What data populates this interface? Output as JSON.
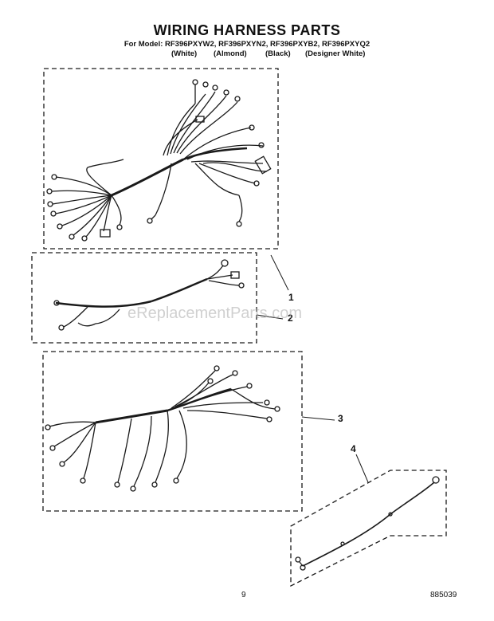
{
  "header": {
    "title": "WIRING HARNESS PARTS",
    "models": "For Model: RF396PXYW2, RF396PXYN2, RF396PXYB2, RF396PXYQ2",
    "colors": [
      "(White)",
      "(Almond)",
      "(Black)",
      "(Designer White)"
    ]
  },
  "callouts": [
    "1",
    "2",
    "3",
    "4"
  ],
  "watermark": "eReplacementParts.com",
  "footer": {
    "page": "9",
    "doc_number": "885039"
  },
  "style": {
    "line_color": "#1a1a1a",
    "watermark_color": "#aaaaaa"
  }
}
